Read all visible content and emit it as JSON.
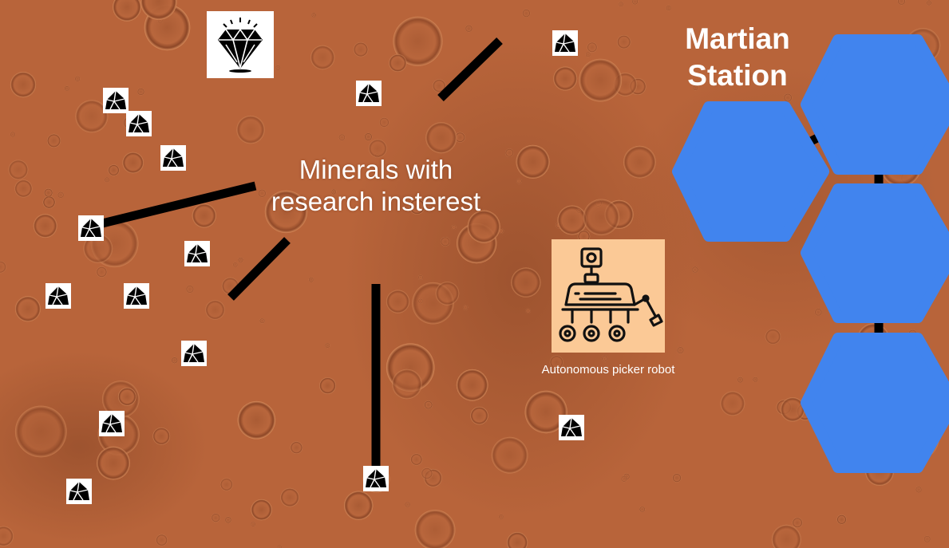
{
  "labels": {
    "minerals": [
      "Minerals with",
      "research insterest"
    ],
    "robot": "Autonomous picker robot",
    "station": [
      "Martian",
      "Station"
    ]
  },
  "icons": {
    "gem": "diamond-icon",
    "robot": "rover-robot-icon",
    "rock": "mineral-rock-icon",
    "module": "hexagon-module"
  },
  "colors": {
    "terrain": "#b8643a",
    "module": "#4184ee",
    "robot_bg": "#fbc996",
    "connector": "#000000",
    "label": "#ffffff"
  }
}
